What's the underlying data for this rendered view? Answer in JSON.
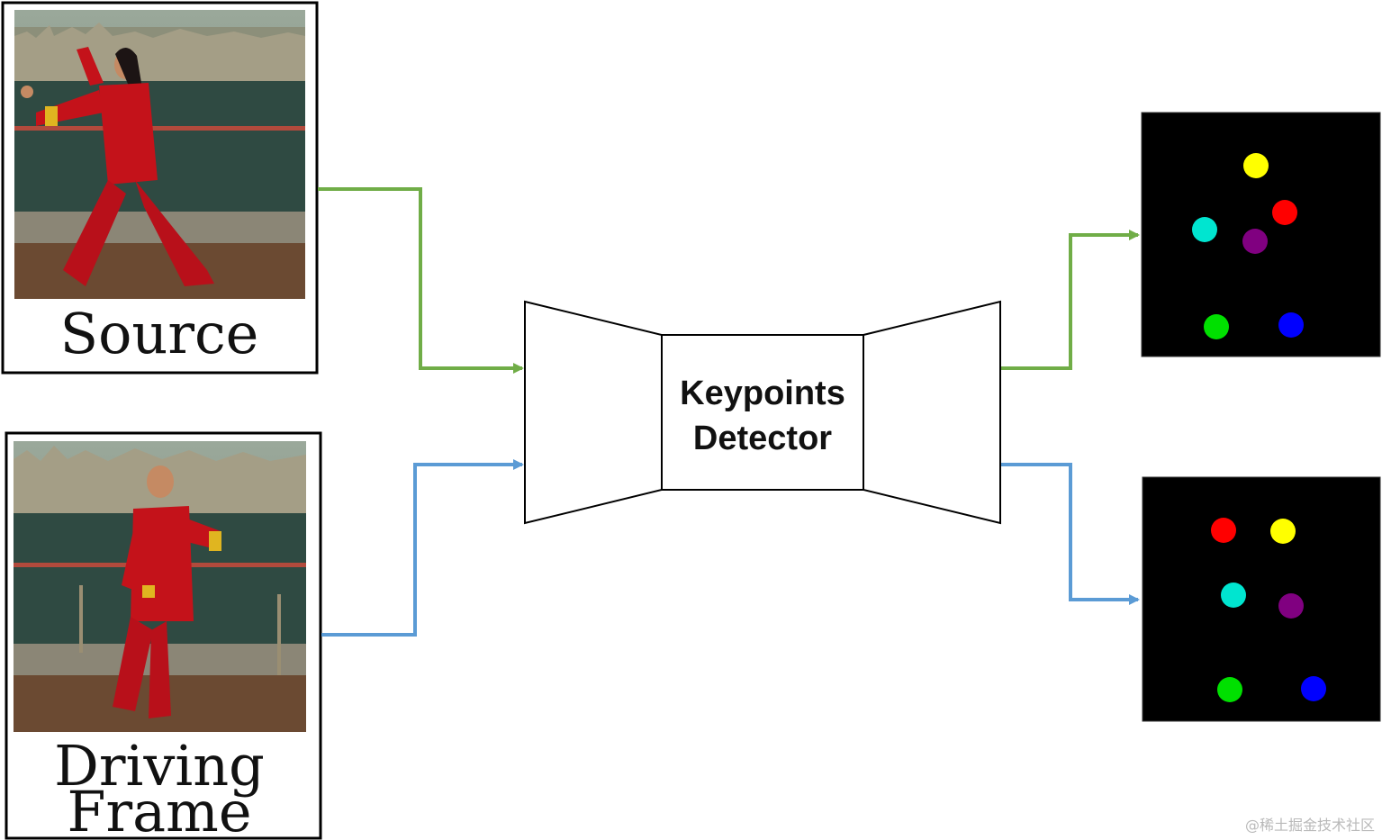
{
  "source_card": {
    "label": "Source",
    "photo_description_icon": "tai-chi-performer-photo-icon"
  },
  "driving_card": {
    "label_line1": "Driving",
    "label_line2": "Frame",
    "photo_description_icon": "tai-chi-performer-photo-icon"
  },
  "network": {
    "label_line1": "Keypoints",
    "label_line2": "Detector"
  },
  "colors": {
    "source_arrow": "#70ad47",
    "driving_arrow": "#5b9bd5",
    "keypoint_map_bg": "#000000"
  },
  "keypoint_colors": [
    "#ffff00",
    "#ff0000",
    "#00e5d0",
    "#800080",
    "#00e000",
    "#0000ff"
  ],
  "watermark": "@稀土掘金技术社区"
}
